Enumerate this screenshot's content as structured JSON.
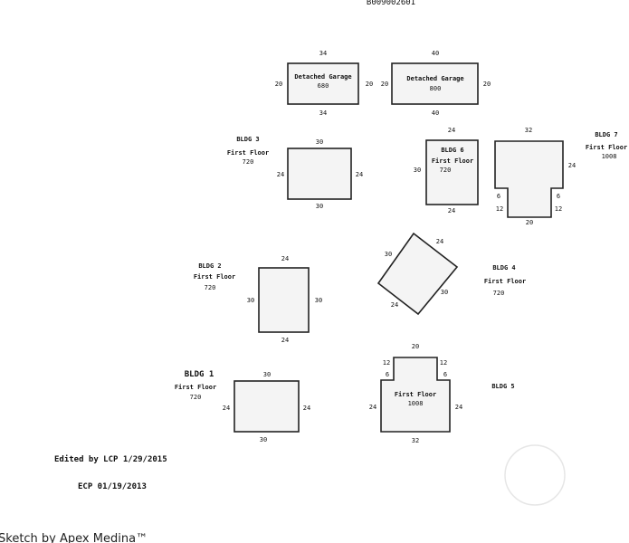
{
  "parcel_id": "B009002601",
  "detached_garage_left": {
    "title": "Detached Garage",
    "area": "680",
    "top": "34",
    "bottom": "34",
    "left": "20",
    "right": "20"
  },
  "detached_garage_right": {
    "title": "Detached Garage",
    "area": "800",
    "top": "40",
    "bottom": "40",
    "left": "20",
    "right": "20"
  },
  "bldg3": {
    "name": "BLDG 3",
    "floor": "First Floor",
    "area": "720",
    "top": "30",
    "bottom": "30",
    "left": "24",
    "right": "24"
  },
  "bldg6": {
    "name": "BLDG 6",
    "floor": "First Floor",
    "area": "720",
    "top": "24",
    "bottom": "24",
    "left": "30"
  },
  "bldg7": {
    "name": "BLDG 7",
    "floor": "First Floor",
    "area": "1008",
    "top": "32",
    "right": "24",
    "notch_left_top": "6",
    "notch_left_bottom": "12",
    "notch_right_top": "6",
    "notch_right_bottom": "12",
    "bottom": "20"
  },
  "bldg2": {
    "name": "BLDG 2",
    "floor": "First Floor",
    "area": "720",
    "top": "24",
    "bottom": "24",
    "left": "30",
    "right": "30"
  },
  "bldg4": {
    "name": "BLDG 4",
    "floor": "First Floor",
    "area": "720",
    "top_right": "24",
    "top_left": "30",
    "bottom_left": "24",
    "bottom_right": "30"
  },
  "bldg1": {
    "name": "BLDG 1",
    "floor": "First Floor",
    "area": "720",
    "top": "30",
    "bottom": "30",
    "left": "24",
    "right": "24"
  },
  "bldg5": {
    "name": "BLDG 5",
    "floor": "First Floor",
    "area": "1008",
    "top": "20",
    "notch_left_top": "12",
    "notch_left_bottom": "6",
    "notch_right_top": "12",
    "notch_right_bottom": "6",
    "left": "24",
    "right": "24",
    "bottom": "32"
  },
  "footer": {
    "edited": "Edited by LCP 1/29/2015",
    "initials": "ECP  01/19/2013",
    "credit": "Sketch by Apex Medina™"
  }
}
